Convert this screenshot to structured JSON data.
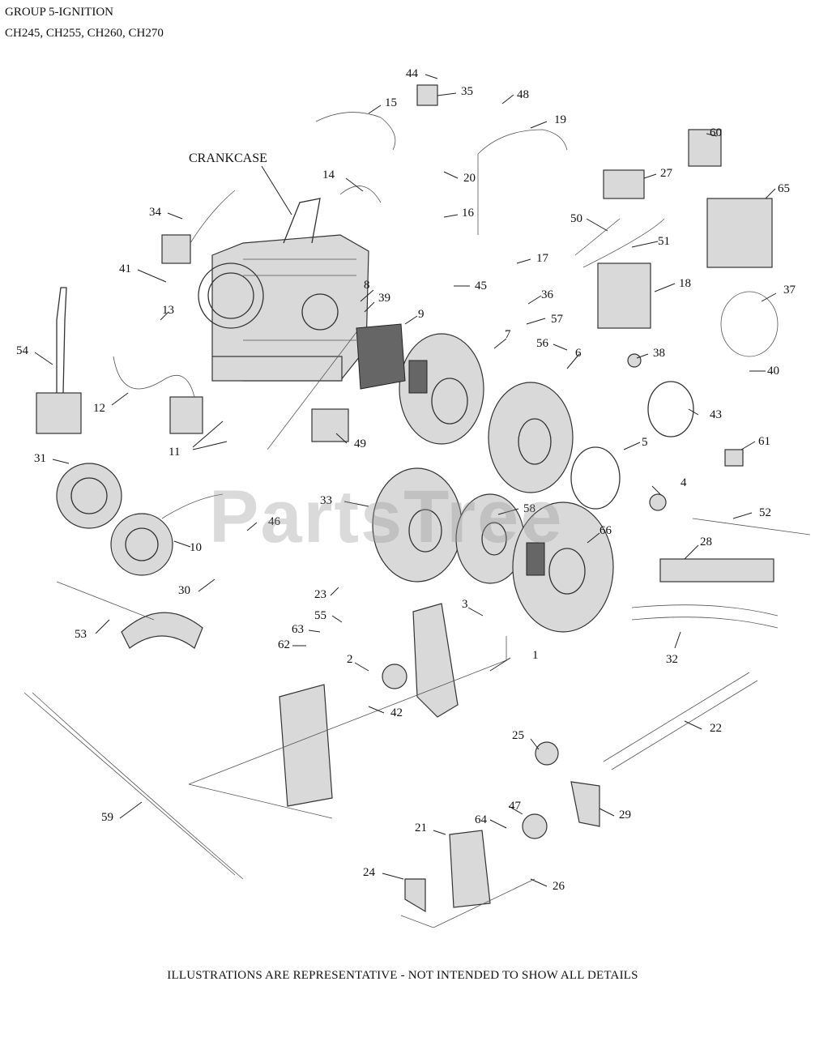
{
  "header": {
    "group_title": "GROUP 5-IGNITION",
    "models": "CH245, CH255, CH260, CH270"
  },
  "diagram": {
    "crankcase_label": "CRANKCASE",
    "callouts": [
      "1",
      "2",
      "3",
      "4",
      "5",
      "6",
      "7",
      "8",
      "9",
      "10",
      "11",
      "12",
      "13",
      "14",
      "15",
      "16",
      "17",
      "18",
      "19",
      "20",
      "21",
      "22",
      "23",
      "24",
      "25",
      "26",
      "27",
      "28",
      "29",
      "30",
      "31",
      "32",
      "33",
      "34",
      "35",
      "36",
      "37",
      "38",
      "39",
      "40",
      "41",
      "42",
      "43",
      "44",
      "45",
      "46",
      "47",
      "48",
      "49",
      "50",
      "51",
      "52",
      "53",
      "54",
      "55",
      "56",
      "57",
      "58",
      "59",
      "60",
      "61",
      "62",
      "63",
      "64",
      "65",
      "66"
    ]
  },
  "watermark": "PartsTree",
  "footer": "ILLUSTRATIONS ARE REPRESENTATIVE - NOT INTENDED TO SHOW ALL DETAILS"
}
